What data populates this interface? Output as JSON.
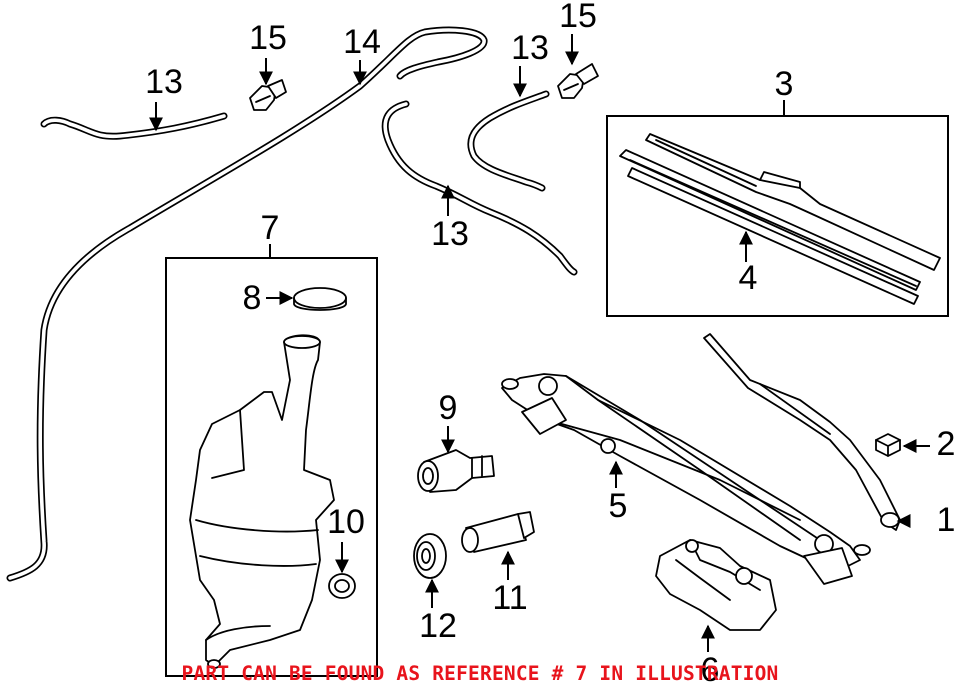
{
  "callouts": [
    {
      "id": "c1",
      "label": "1"
    },
    {
      "id": "c2",
      "label": "2"
    },
    {
      "id": "c3",
      "label": "3"
    },
    {
      "id": "c4",
      "label": "4"
    },
    {
      "id": "c5",
      "label": "5"
    },
    {
      "id": "c6",
      "label": "6"
    },
    {
      "id": "c7",
      "label": "7"
    },
    {
      "id": "c8",
      "label": "8"
    },
    {
      "id": "c9",
      "label": "9"
    },
    {
      "id": "c10",
      "label": "10"
    },
    {
      "id": "c11",
      "label": "11"
    },
    {
      "id": "c12",
      "label": "12"
    },
    {
      "id": "c13a",
      "label": "13"
    },
    {
      "id": "c13b",
      "label": "13"
    },
    {
      "id": "c13c",
      "label": "13"
    },
    {
      "id": "c14",
      "label": "14"
    },
    {
      "id": "c15a",
      "label": "15"
    },
    {
      "id": "c15b",
      "label": "15"
    }
  ],
  "footer_note": {
    "text": "PART CAN BE FOUND AS REFERENCE # 7 IN ILLUSTRATION",
    "color": "#e8141c"
  }
}
